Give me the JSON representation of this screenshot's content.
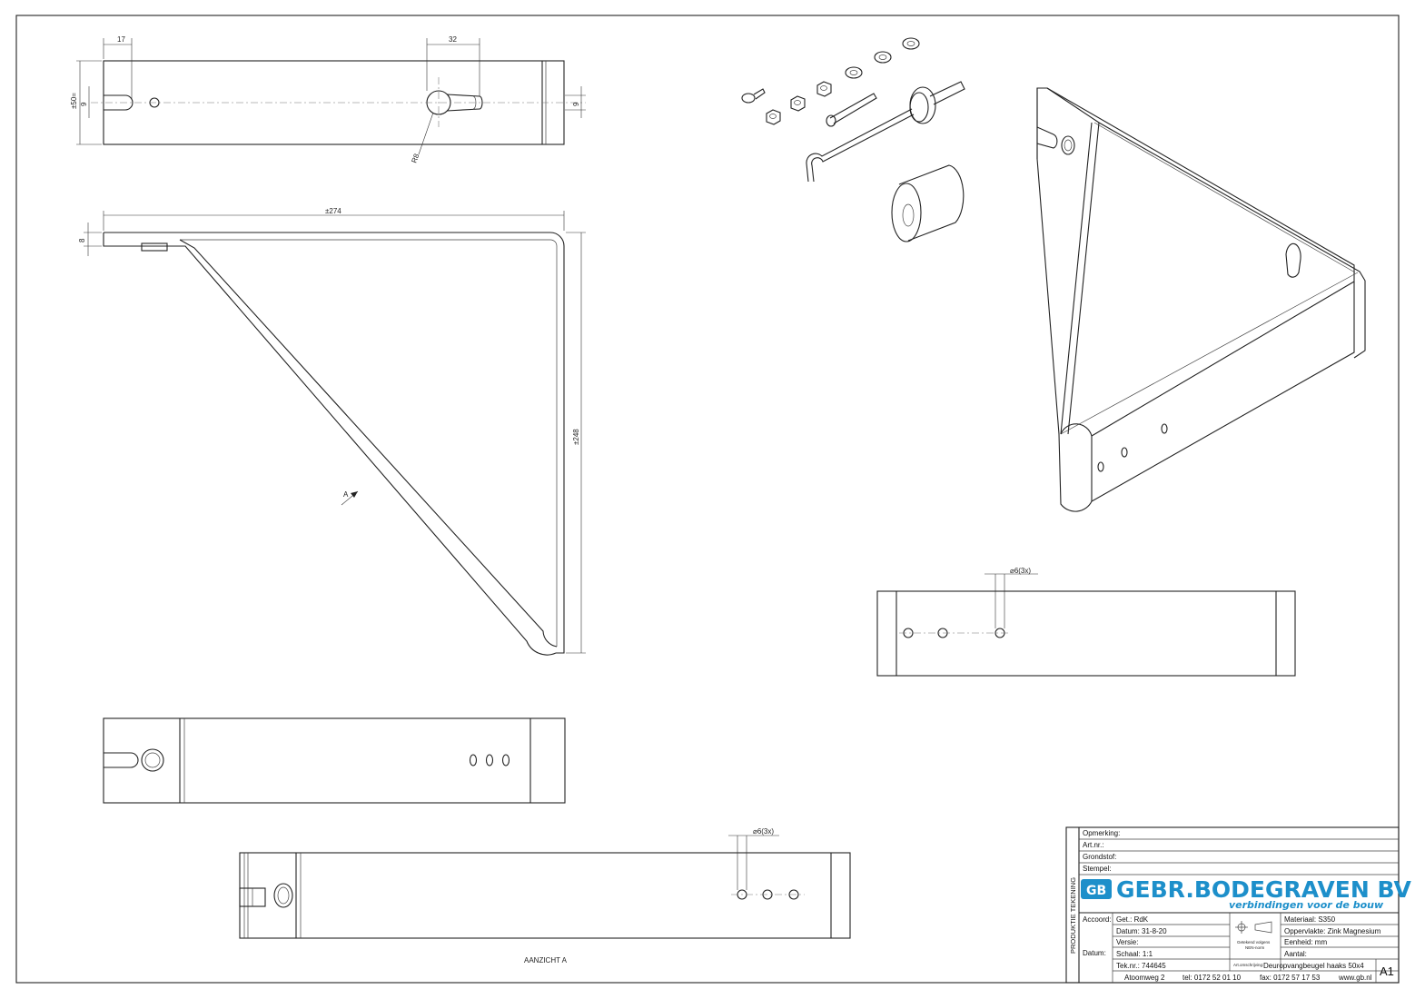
{
  "dimensions": {
    "top_17": "17",
    "top_32": "32",
    "top_50": "±50=",
    "top_9_left": "9",
    "top_9_right": "9",
    "radius": "R8",
    "width_274": "±274",
    "thickness_8": "8",
    "height_248": "±248",
    "view_arrow": "A",
    "holes_right": "⌀6(3x)",
    "holes_bottom": "⌀6(3x)"
  },
  "view_label": "AANZICHT A",
  "title_block": {
    "vertical_label": "PRODUKTIE TEKENING",
    "opmerking": "Opmerking:",
    "artnr": "Art.nr.:",
    "grondstof": "Grondstof:",
    "stempel": "Stempel:",
    "company": "GEBR.BODEGRAVEN BV",
    "slogan": "verbindingen voor de bouw",
    "logo": "GB",
    "accoord": "Accoord:",
    "datum_left": "Datum:",
    "get": "Get.: RdK",
    "datum": "Datum: 31-8-20",
    "versie": "Versie:",
    "schaal": "Schaal: 1:1",
    "teknr": "Tek.nr.: 744645",
    "getekend": "Getekend volgens",
    "nen": "NEN-norm",
    "materiaal": "Materiaal: S350",
    "oppervlakte": "Oppervlakte: Zink Magnesium",
    "eenheid": "Eenheid: mm",
    "aantal": "Aantal:",
    "omschrijving_label": "Art.omschrijving:",
    "omschrijving": "Deuropvangbeugel haaks 50x4",
    "sheet": "A1",
    "address": "Atoomweg 2",
    "tel": "tel: 0172 52 01 10",
    "fax": "fax: 0172 57 17 53",
    "web": "www.gb.nl"
  },
  "colors": {
    "brand": "#1d8fca",
    "line": "#222222"
  }
}
